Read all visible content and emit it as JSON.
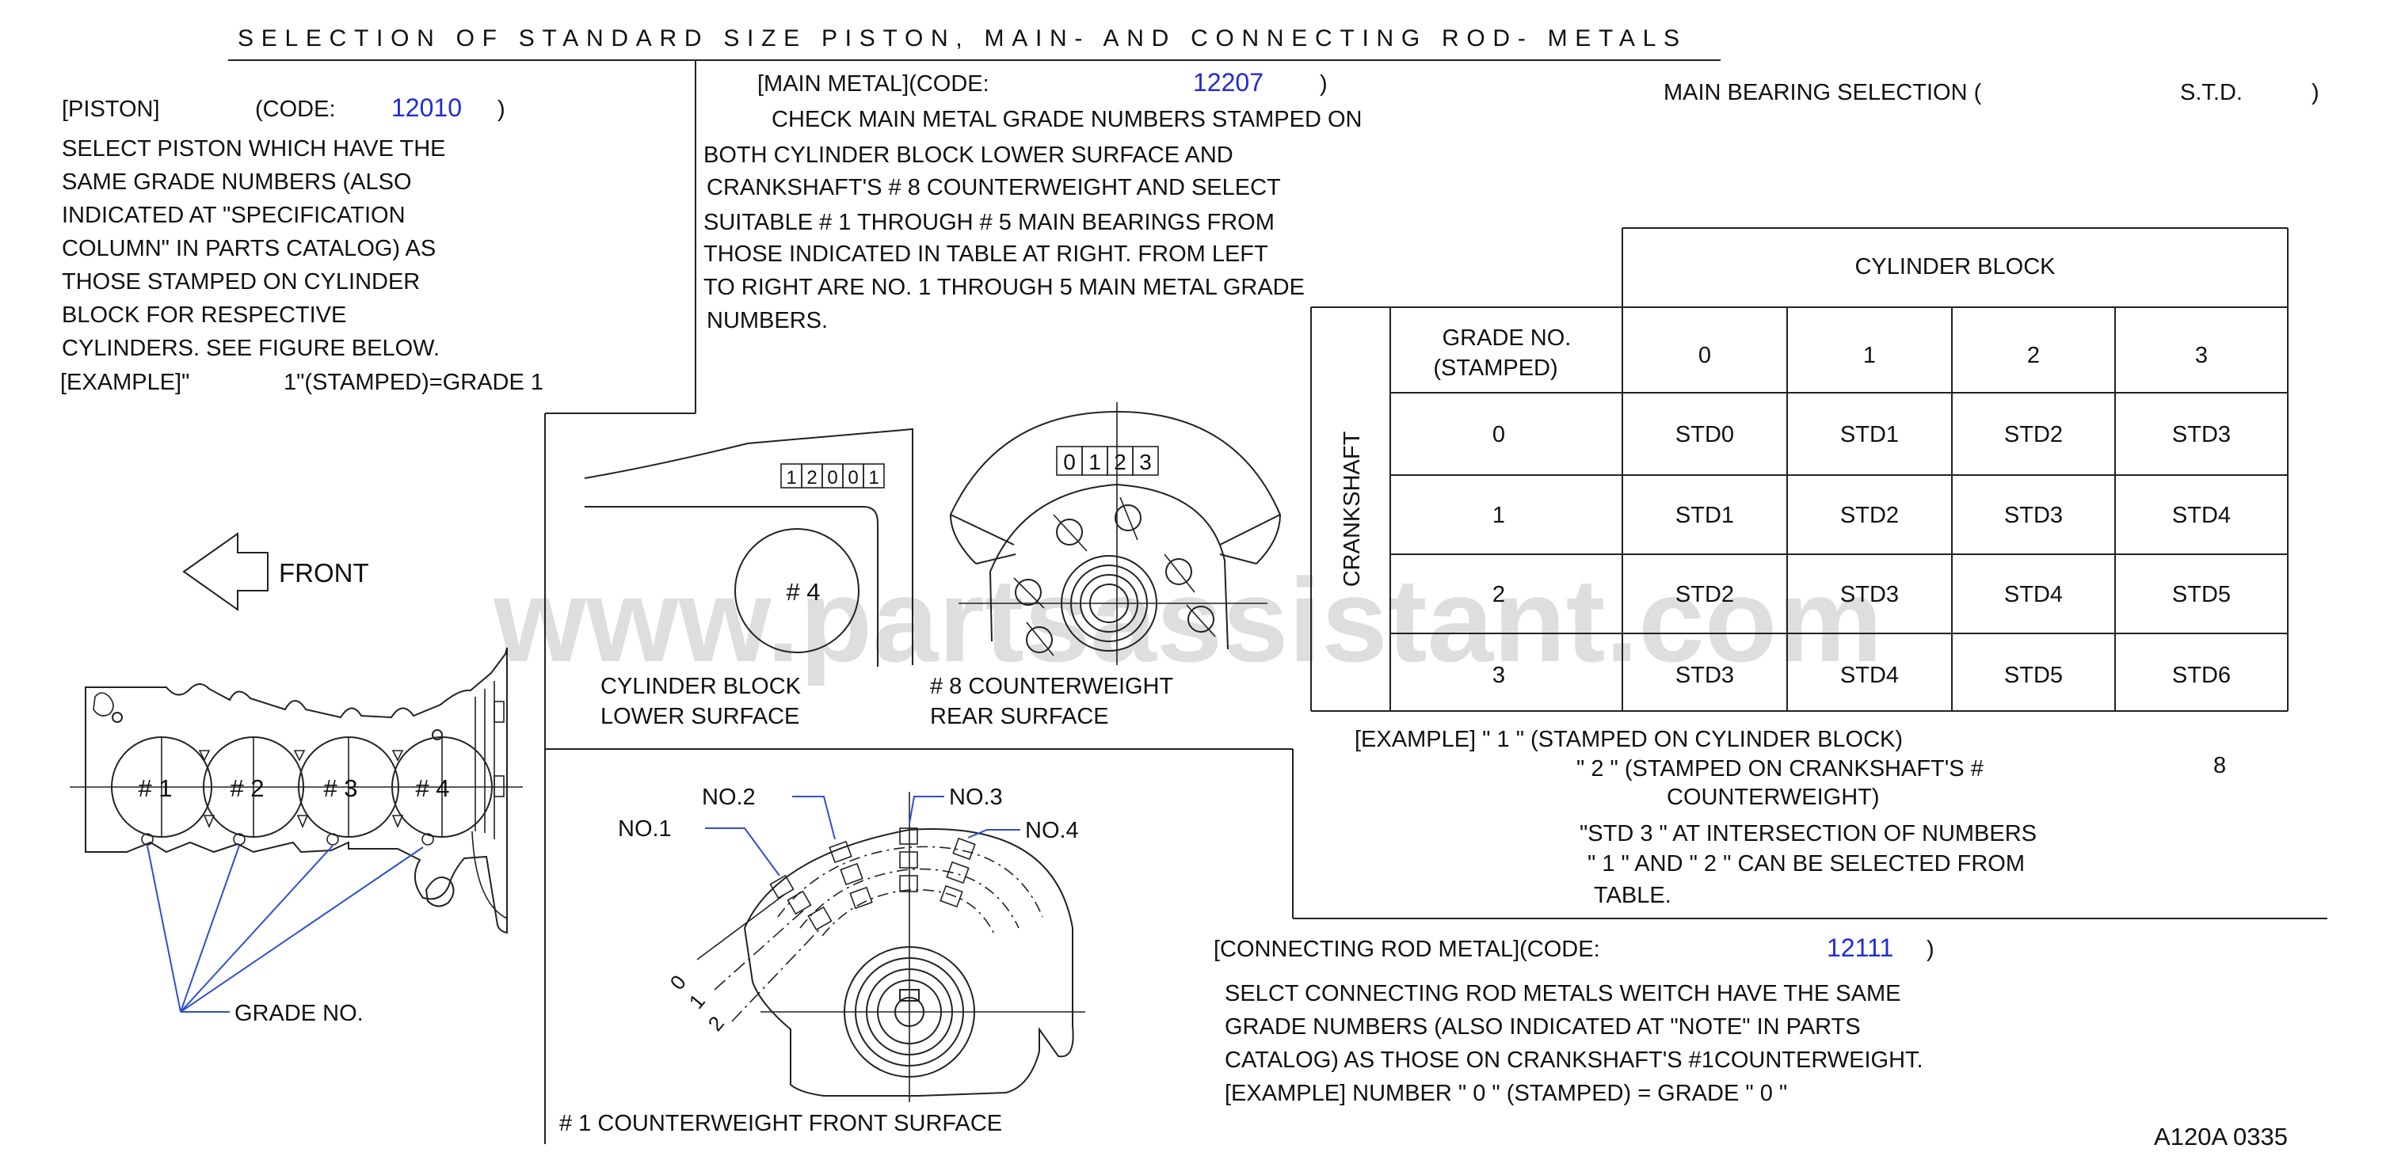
{
  "title": "SELECTION OF STANDARD SIZE PISTON, MAIN- AND CONNECTING ROD- METALS",
  "colors": {
    "ink": "#111111",
    "code_blue": "#1f2bd6",
    "leader_blue": "#2e4fd0",
    "watermark": "#d9d9d9"
  },
  "piston": {
    "heading": "[PISTON]",
    "code_label": "(CODE:",
    "code": "12010",
    "code_close": ")",
    "lines": [
      "SELECT PISTON WHICH HAVE THE",
      "SAME GRADE NUMBERS (ALSO",
      "INDICATED AT \"SPECIFICATION",
      "COLUMN\" IN PARTS CATALOG) AS",
      "THOSE STAMPED ON CYLINDER",
      "BLOCK FOR RESPECTIVE",
      "CYLINDERS. SEE FIGURE BELOW."
    ],
    "example_label": "[EXAMPLE]\"",
    "example_value": "1\"(STAMPED)=GRADE 1"
  },
  "main_metal": {
    "heading": "[MAIN METAL](CODE:",
    "code": "12207",
    "code_close": ")",
    "lines": [
      "CHECK MAIN METAL GRADE NUMBERS STAMPED ON",
      "BOTH CYLINDER BLOCK LOWER SURFACE AND",
      "CRANKSHAFT'S #          8 COUNTERWEIGHT AND SELECT",
      "SUITABLE #         1 THROUGH #    5 MAIN BEARINGS FROM",
      "THOSE INDICATED IN TABLE AT RIGHT. FROM LEFT",
      "TO RIGHT ARE NO.      1 THROUGH     5 MAIN METAL GRADE",
      "NUMBERS."
    ]
  },
  "bearing_table": {
    "title": "MAIN BEARING SELECTION (",
    "title_std": "S.T.D.",
    "title_close": ")",
    "column_group": "CYLINDER BLOCK",
    "row_group": "CRANKSHAFT",
    "grade_header_line1": "GRADE NO.",
    "grade_header_line2": "(STAMPED)",
    "columns": [
      "0",
      "1",
      "2",
      "3"
    ],
    "rows": [
      {
        "label": "0",
        "cells": [
          "STD0",
          "STD1",
          "STD2",
          "STD3"
        ]
      },
      {
        "label": "1",
        "cells": [
          "STD1",
          "STD2",
          "STD3",
          "STD4"
        ]
      },
      {
        "label": "2",
        "cells": [
          "STD2",
          "STD3",
          "STD4",
          "STD5"
        ]
      },
      {
        "label": "3",
        "cells": [
          "STD3",
          "STD4",
          "STD5",
          "STD6"
        ]
      }
    ]
  },
  "table_example": {
    "lines": [
      "[EXAMPLE] \"       1 \" (STAMPED ON CYLINDER BLOCK)",
      "\" 2 \" (STAMPED ON CRANKSHAFT'S #",
      "COUNTERWEIGHT)",
      "\"STD    3 \" AT INTERSECTION OF NUMBERS",
      "\" 1 \" AND \" 2 \" CAN BE SELECTED FROM",
      "TABLE."
    ],
    "counterweight_no": "8"
  },
  "conrod": {
    "heading": "[CONNECTING ROD METAL](CODE:",
    "code": "12111",
    "code_close": ")",
    "lines": [
      "SELCT CONNECTING ROD METALS           WEITCH HAVE THE SAME",
      "GRADE NUMBERS (ALSO INDICATED AT \"NOTE\" IN PARTS",
      "CATALOG) AS THOSE ON CRANKSHAFT'S #1COUNTERWEIGHT.",
      "[EXAMPLE] NUMBER \"        0 \" (STAMPED) = GRADE \"        0 \""
    ]
  },
  "figures": {
    "front_label": "FRONT",
    "cylinders": [
      "# 1",
      "# 2",
      "# 3",
      "# 4"
    ],
    "grade_no_label": "GRADE NO.",
    "block_stamp_digits": [
      "1",
      "2",
      "0",
      "0",
      "1"
    ],
    "block_hole_label": "# 4",
    "block_caption_line1": "CYLINDER BLOCK",
    "block_caption_line2": "LOWER SURFACE",
    "cw8_stamp_digits": [
      "0",
      "1",
      "2",
      "3"
    ],
    "cw8_caption_line1": "# 8 COUNTERWEIGHT",
    "cw8_caption_line2": "REAR SURFACE",
    "cw1_labels": [
      "NO.1",
      "NO.2",
      "NO.3",
      "NO.4"
    ],
    "cw1_scale": [
      "0",
      "1",
      "2"
    ],
    "cw1_caption": "# 1 COUNTERWEIGHT FRONT SURFACE"
  },
  "watermark": "www.partsassistant.com",
  "footer_code": "A120A 0335"
}
